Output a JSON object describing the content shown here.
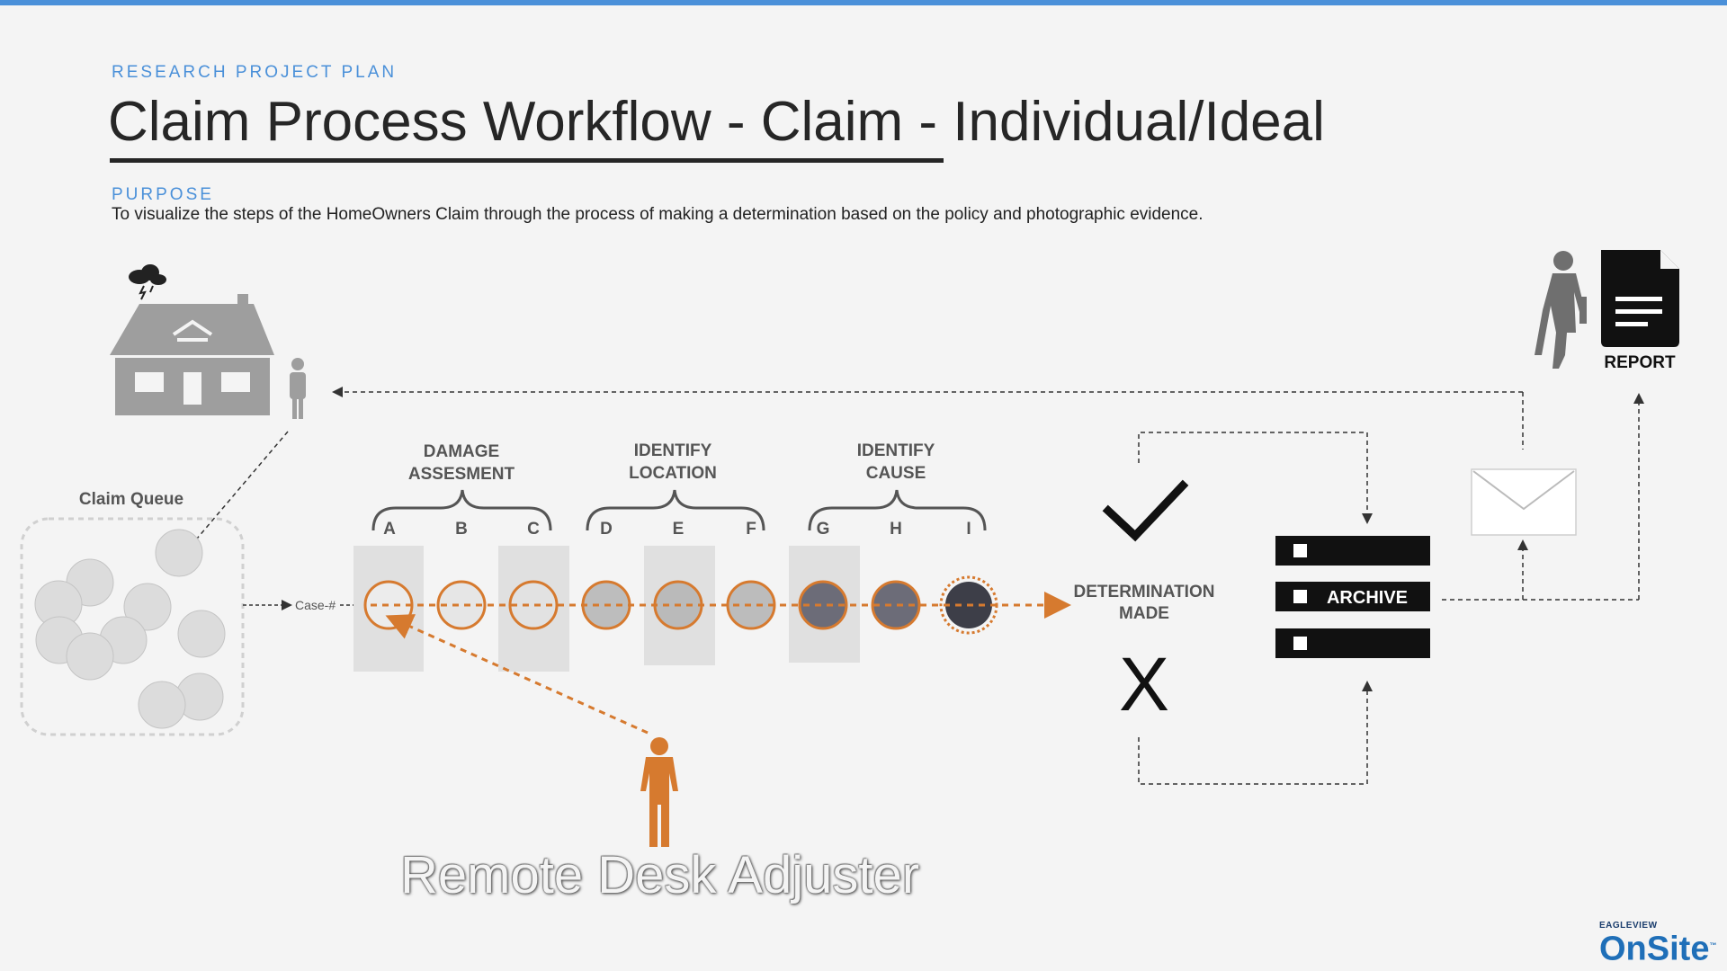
{
  "header": {
    "eyebrow": "RESEARCH PROJECT PLAN",
    "title": "Claim Process Workflow - Claim - Individual/Ideal",
    "purpose_label": "PURPOSE",
    "purpose_text": "To visualize the steps of the HomeOwners Claim through the process of making a determination based on the policy and photographic evidence."
  },
  "diagram": {
    "claim_queue_label": "Claim Queue",
    "case_label": "Case-#",
    "groups": [
      {
        "line1": "DAMAGE",
        "line2": "ASSESMENT"
      },
      {
        "line1": "IDENTIFY",
        "line2": "LOCATION"
      },
      {
        "line1": "IDENTIFY",
        "line2": "CAUSE"
      }
    ],
    "steps": [
      "A",
      "B",
      "C",
      "D",
      "E",
      "F",
      "G",
      "H",
      "I"
    ],
    "determination_line1": "DETERMINATION",
    "determination_line2": "MADE",
    "deny_mark": "X",
    "archive_label": "ARCHIVE",
    "report_label": "REPORT",
    "remote_adjuster_label": "Remote Desk Adjuster"
  },
  "brand": {
    "small": "EAGLEVIEW",
    "name": "OnSite",
    "tm": "™"
  },
  "colors": {
    "accent": "#4a90d9",
    "adjuster": "#d67a2f",
    "dark": "#262626"
  }
}
